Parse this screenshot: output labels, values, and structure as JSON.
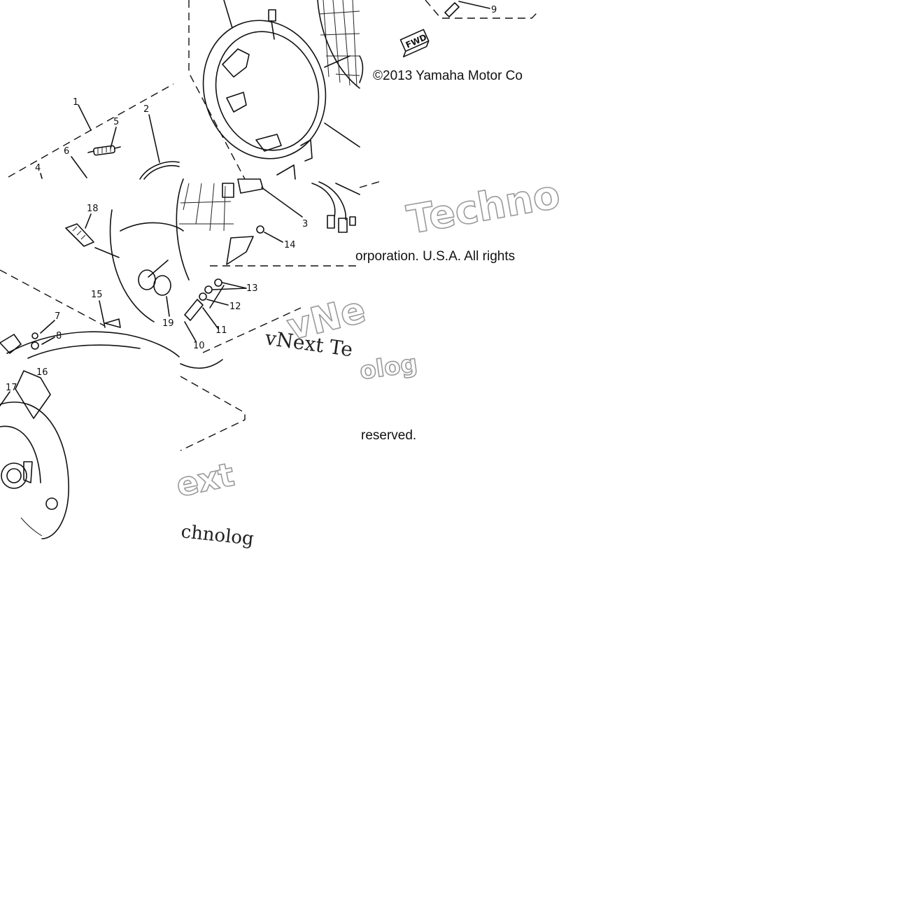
{
  "diagram": {
    "part_labels": [
      "1",
      "2",
      "3",
      "4",
      "5",
      "6",
      "7",
      "8",
      "9",
      "10",
      "11",
      "12",
      "13",
      "14",
      "15",
      "16",
      "17",
      "18",
      "19"
    ],
    "fwd_tag": "FWD"
  },
  "copyright": {
    "line1": "©2013 Yamaha Motor Co",
    "line2": "orporation. U.S.A. All rights",
    "line3": "reserved."
  },
  "watermark": {
    "outline_1": "Techno",
    "outline_2": "vNe",
    "outline_3": "ext",
    "serif_1": "vNext Te",
    "serif_2": "chnolog",
    "outline_4": "olog"
  }
}
